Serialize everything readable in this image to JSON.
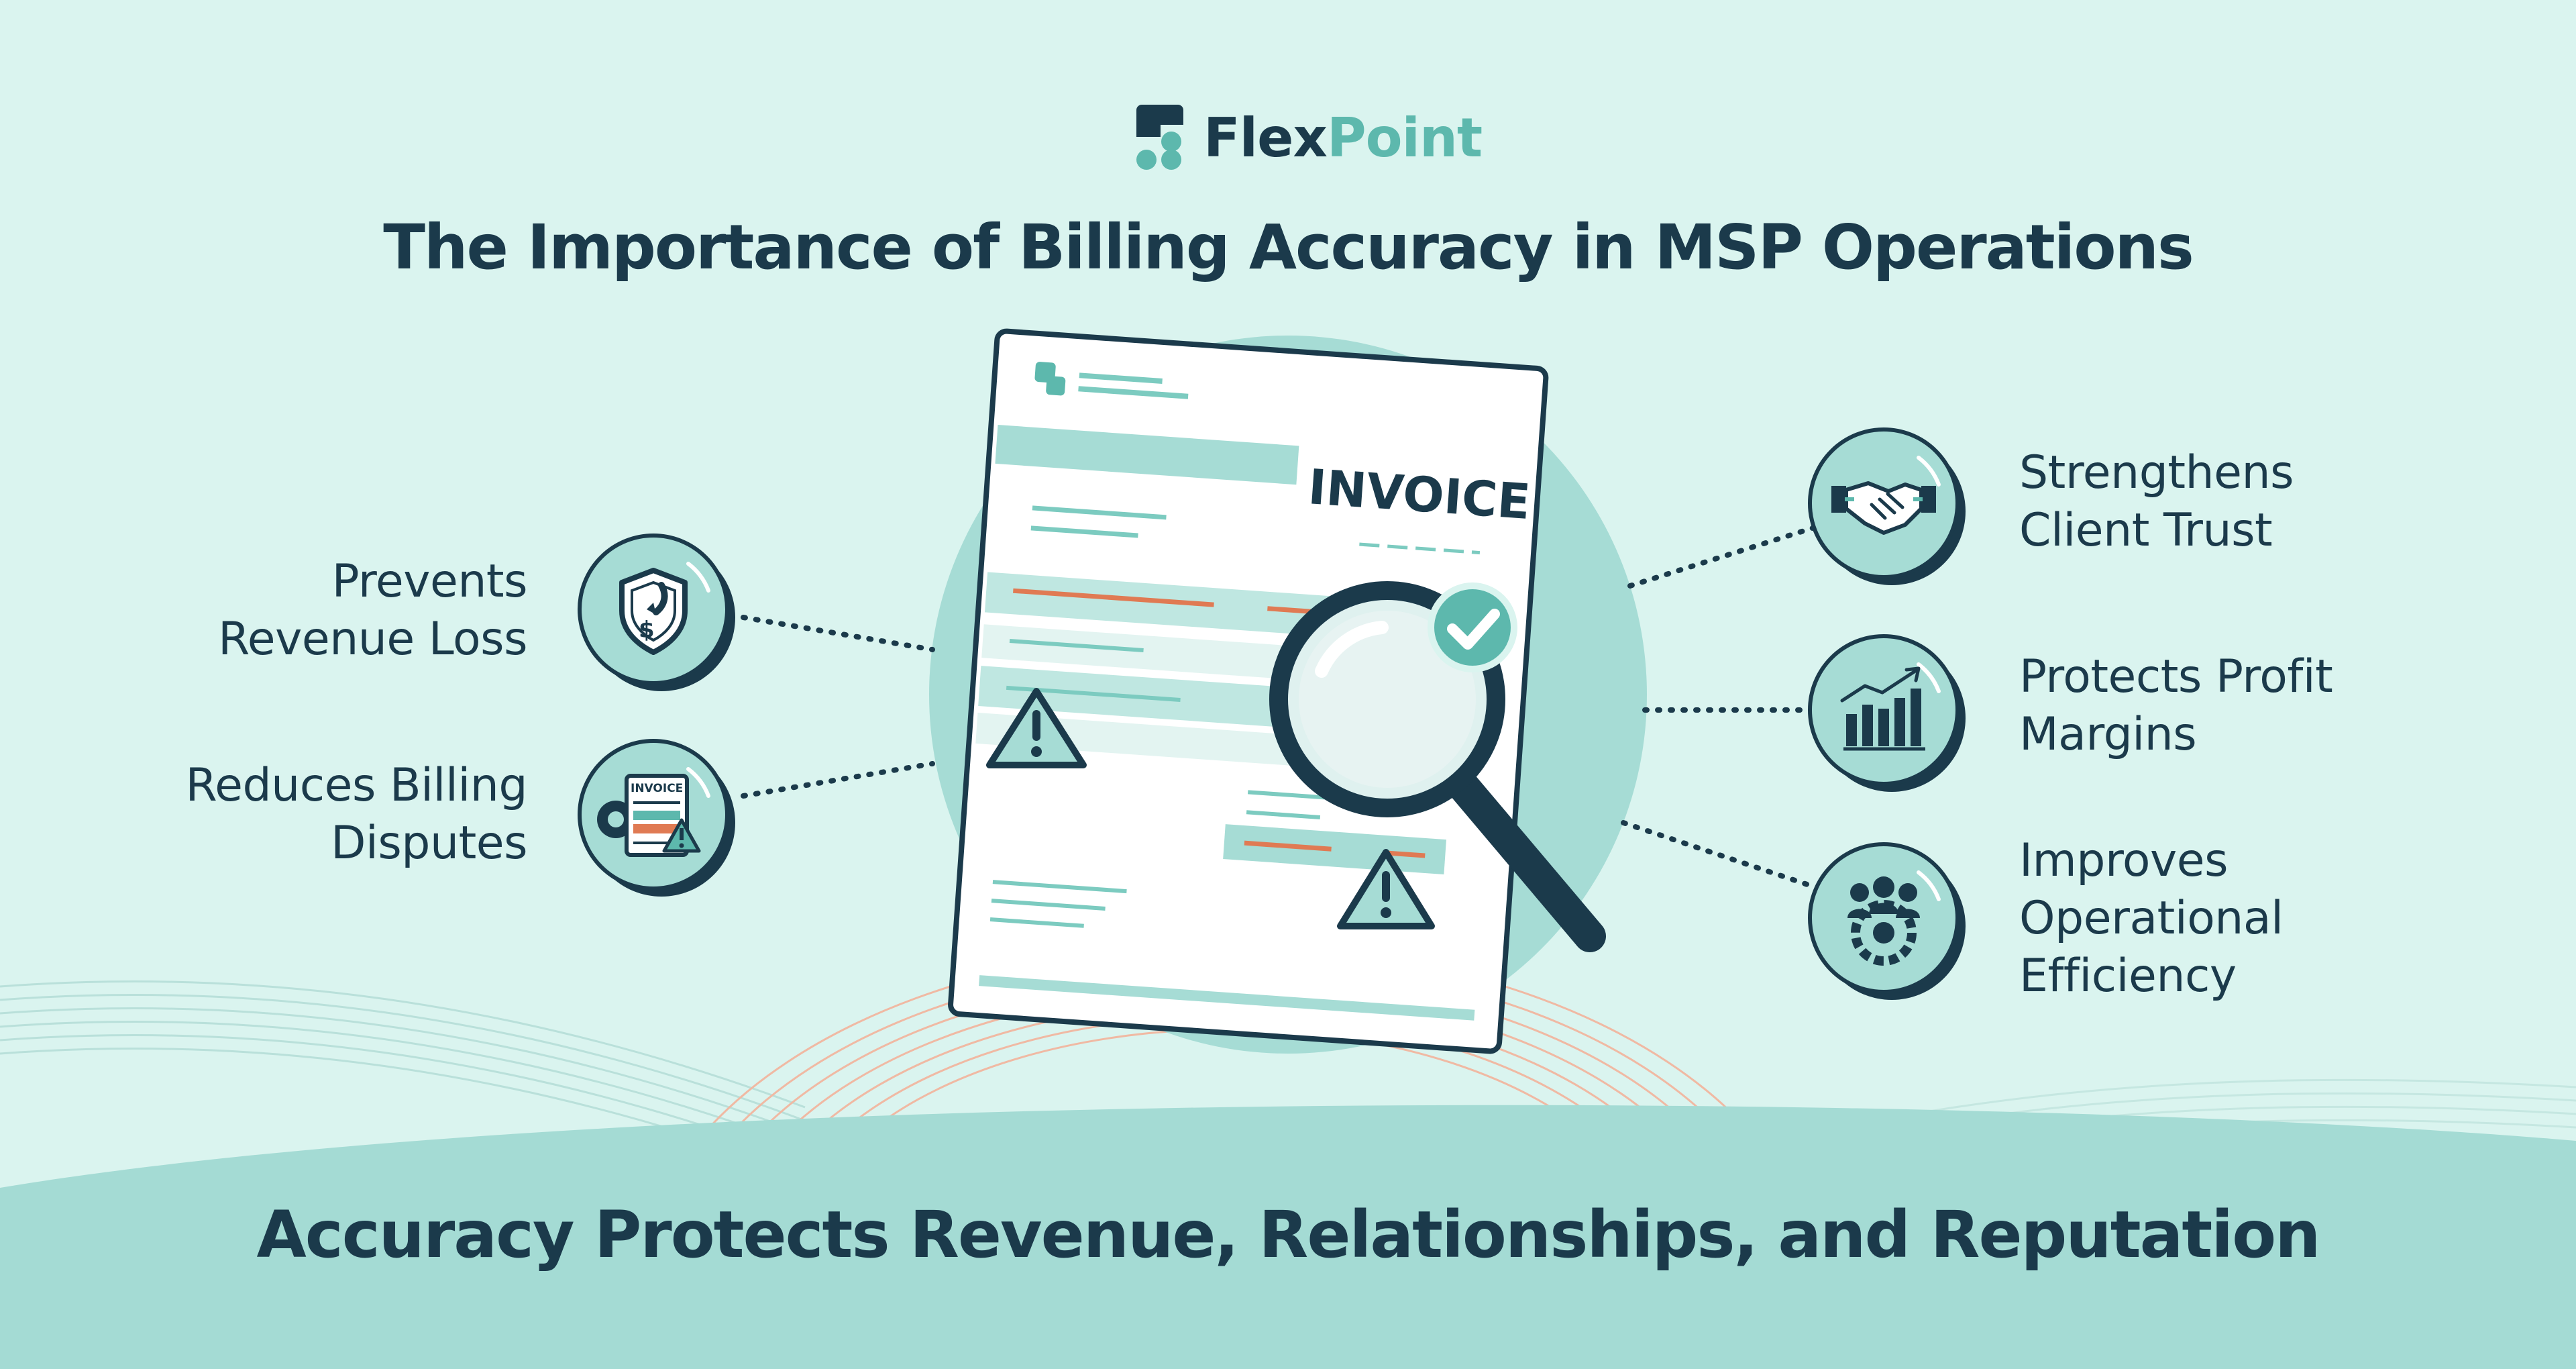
{
  "brand": {
    "name_part1": "Flex",
    "name_part2": "Point",
    "accent_color": "#5db8ad",
    "dark_color": "#1b3a4b"
  },
  "title": "The Importance of Billing Accuracy in MSP Operations",
  "invoice": {
    "heading": "INVOICE"
  },
  "benefits": {
    "left": [
      {
        "line1": "Prevents",
        "line2": "Revenue Loss",
        "icon": "shield-dollar-icon"
      },
      {
        "line1": "Reduces Billing",
        "line2": "Disputes",
        "icon": "invoice-warning-icon"
      }
    ],
    "right": [
      {
        "line1": "Strengthens",
        "line2": "Client Trust",
        "icon": "handshake-icon"
      },
      {
        "line1": "Protects Profit",
        "line2": "Margins",
        "icon": "bar-chart-growth-icon"
      },
      {
        "line1": "Improves",
        "line2": "Operational",
        "line3": "Efficiency",
        "icon": "team-gear-icon"
      }
    ]
  },
  "invoice_icon_label": "INVOICE",
  "footer_tagline": "Accuracy Protects Revenue, Relationships, and Reputation"
}
